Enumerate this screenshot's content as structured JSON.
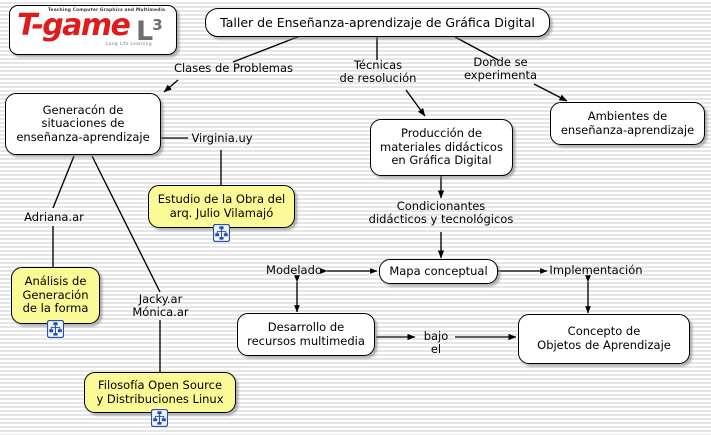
{
  "logo": {
    "name": "T-gameL3",
    "wordmark_red": "T-game",
    "wordmark_gray": "L",
    "wordmark_super": "3",
    "tagline_top": "Teaching Computer Graphics and Multimedia",
    "tagline_bottom": "Long Life Learning",
    "color_red": "#e01b1b",
    "color_gray": "#6e6e6e"
  },
  "colors": {
    "node_fill": "#ffffff",
    "node_fill_yellow": "#fafa96",
    "node_border": "#000000",
    "background_stripe": "#e6e6e6",
    "background_base": "#ffffff",
    "icon_blue": "#2a4fa8"
  },
  "nodes": [
    {
      "id": "root",
      "label": "Taller de Enseñanza-aprendizaje de Gráfica Digital",
      "style": "white",
      "has_child_map": false
    },
    {
      "id": "generacion",
      "label": "Generacón de\nsituaciones de\nenseñanza-aprendizaje",
      "style": "white",
      "has_child_map": false
    },
    {
      "id": "produccion",
      "label": "Producción de\nmateriales didácticos\nen Gráfica Digital",
      "style": "white",
      "has_child_map": false
    },
    {
      "id": "ambientes",
      "label": "Ambientes  de\nenseñanza-aprendizaje",
      "style": "white",
      "has_child_map": false
    },
    {
      "id": "estudio",
      "label": "Estudio de la Obra del\narq. Julio Vilamajó",
      "style": "yellow",
      "has_child_map": true
    },
    {
      "id": "analisis",
      "label": "Análisis de\nGeneración\nde la forma",
      "style": "yellow",
      "has_child_map": true
    },
    {
      "id": "filosofia",
      "label": "Filosofía Open Source\ny Distribuciones Linux",
      "style": "yellow",
      "has_child_map": true
    },
    {
      "id": "mapa",
      "label": "Mapa conceptual",
      "style": "white",
      "has_child_map": false
    },
    {
      "id": "desarrollo",
      "label": "Desarrollo de\nrecursos multimedia",
      "style": "white",
      "has_child_map": false
    },
    {
      "id": "concepto",
      "label": "Concepto de\nObjetos de Aprendizaje",
      "style": "white",
      "has_child_map": false
    }
  ],
  "linking_phrases": [
    {
      "id": "clases",
      "label": "Clases de Problemas"
    },
    {
      "id": "tecnicas",
      "label": "Técnicas\nde resolución"
    },
    {
      "id": "donde",
      "label": "Donde se\nexperimenta"
    },
    {
      "id": "virginia",
      "label": "Virginia.uy"
    },
    {
      "id": "adriana",
      "label": "Adriana.ar"
    },
    {
      "id": "jacky_monica",
      "label": "Jacky.ar\nMónica.ar"
    },
    {
      "id": "condicionantes",
      "label": "Condicionantes\ndidácticos y tecnológicos"
    },
    {
      "id": "modelado",
      "label": "Modelado"
    },
    {
      "id": "implementacion",
      "label": "Implementación"
    },
    {
      "id": "bajoel",
      "label": "bajo el"
    }
  ]
}
